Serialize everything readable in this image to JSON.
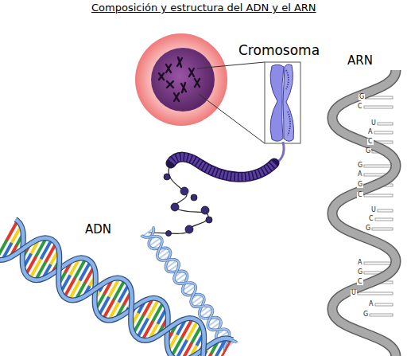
{
  "diagram": {
    "title": "Composición y estructura del ADN y el ARN",
    "labels": [
      "Cromosoma",
      "ARN",
      "ADN",
      "G",
      "C",
      "U",
      "A",
      "C",
      "G",
      "G",
      "A",
      "G",
      "C",
      "U",
      "C",
      "G",
      "A",
      "G",
      "C",
      "U",
      "A",
      "G"
    ]
  }
}
